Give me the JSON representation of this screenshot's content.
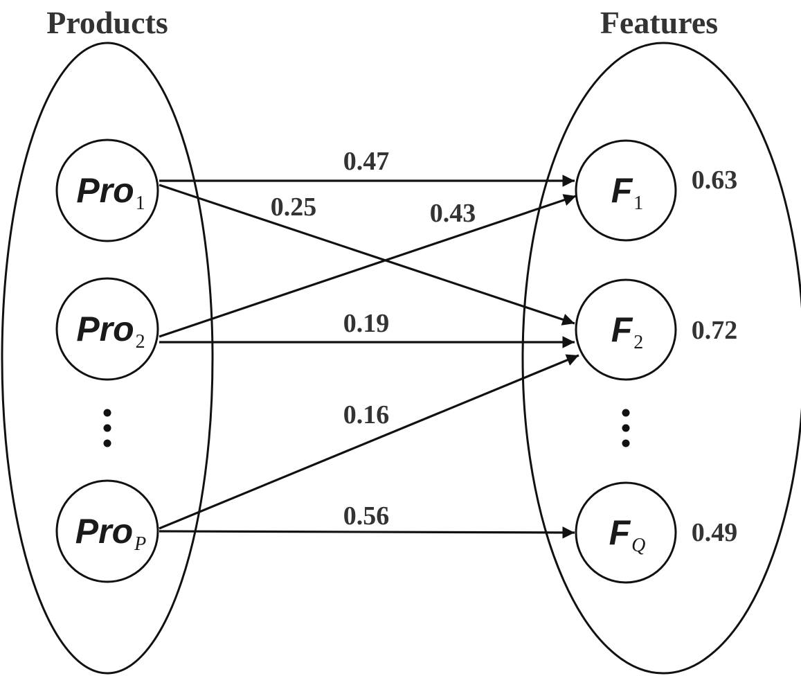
{
  "groups": {
    "products": {
      "title": "Products"
    },
    "features": {
      "title": "Features"
    }
  },
  "products": [
    {
      "id": "p1",
      "main": "Pro",
      "sub": "1",
      "sub_style": "num"
    },
    {
      "id": "p2",
      "main": "Pro",
      "sub": "2",
      "sub_style": "num"
    },
    {
      "id": "pp",
      "main": "Pro",
      "sub": "P",
      "sub_style": "let"
    }
  ],
  "features": [
    {
      "id": "f1",
      "main": "F",
      "sub": "1",
      "sub_style": "num",
      "score": "0.63"
    },
    {
      "id": "f2",
      "main": "F",
      "sub": "2",
      "sub_style": "num",
      "score": "0.72"
    },
    {
      "id": "fq",
      "main": "F",
      "sub": "Q",
      "sub_style": "let",
      "score": "0.49"
    }
  ],
  "edges": [
    {
      "from": "p1",
      "to": "f1",
      "weight": "0.47"
    },
    {
      "from": "p1",
      "to": "f2",
      "weight": "0.25"
    },
    {
      "from": "p2",
      "to": "f1",
      "weight": "0.43"
    },
    {
      "from": "p2",
      "to": "f2",
      "weight": "0.19"
    },
    {
      "from": "pp",
      "to": "f2",
      "weight": "0.16"
    },
    {
      "from": "pp",
      "to": "fq",
      "weight": "0.56"
    }
  ]
}
